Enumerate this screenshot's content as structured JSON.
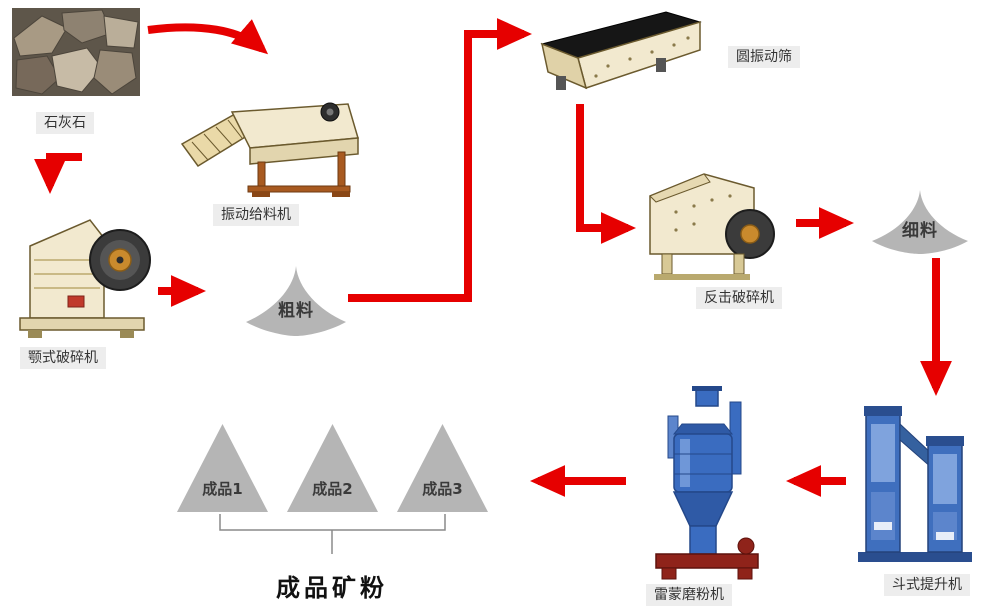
{
  "diagram": {
    "type": "process-flowchart",
    "subject": "limestone grinding production line"
  },
  "nodes": {
    "limestone": {
      "label": "石灰石",
      "kind": "raw-material-photo"
    },
    "feeder": {
      "label": "振动给料机",
      "kind": "machine"
    },
    "jaw_crusher": {
      "label": "颚式破碎机",
      "kind": "machine"
    },
    "coarse_material": {
      "label": "粗料",
      "kind": "material-pile"
    },
    "vibrating_screen": {
      "label": "圆振动筛",
      "kind": "machine"
    },
    "impact_crusher": {
      "label": "反击破碎机",
      "kind": "machine"
    },
    "fine_material": {
      "label": "细料",
      "kind": "material-pile"
    },
    "bucket_elevator": {
      "label": "斗式提升机",
      "kind": "machine"
    },
    "raymond_mill": {
      "label": "雷蒙磨粉机",
      "kind": "machine"
    },
    "final_product": {
      "label": "成品矿粉"
    }
  },
  "products": [
    {
      "label": "成品1"
    },
    {
      "label": "成品2"
    },
    {
      "label": "成品3"
    }
  ],
  "flow": [
    {
      "from": "石灰石",
      "to": "振动给料机"
    },
    {
      "from": "振动给料机",
      "to": "颚式破碎机"
    },
    {
      "from": "颚式破碎机",
      "to": "粗料"
    },
    {
      "from": "粗料",
      "to": "圆振动筛"
    },
    {
      "from": "圆振动筛",
      "to": "反击破碎机"
    },
    {
      "from": "反击破碎机",
      "to": "细料"
    },
    {
      "from": "细料",
      "to": "斗式提升机"
    },
    {
      "from": "斗式提升机",
      "to": "雷蒙磨粉机"
    },
    {
      "from": "雷蒙磨粉机",
      "to": "成品1 / 成品2 / 成品3"
    },
    {
      "from": "成品1 / 成品2 / 成品3",
      "to": "成品矿粉"
    }
  ],
  "colors": {
    "arrow": "#e60000",
    "pile_gray": "#b5b5b5",
    "label_background": "#ededed",
    "machine_cream": "#f2e9cf",
    "machine_blue": "#3a6cc0",
    "mill_base_red": "#8f231a",
    "background": "#ffffff"
  }
}
